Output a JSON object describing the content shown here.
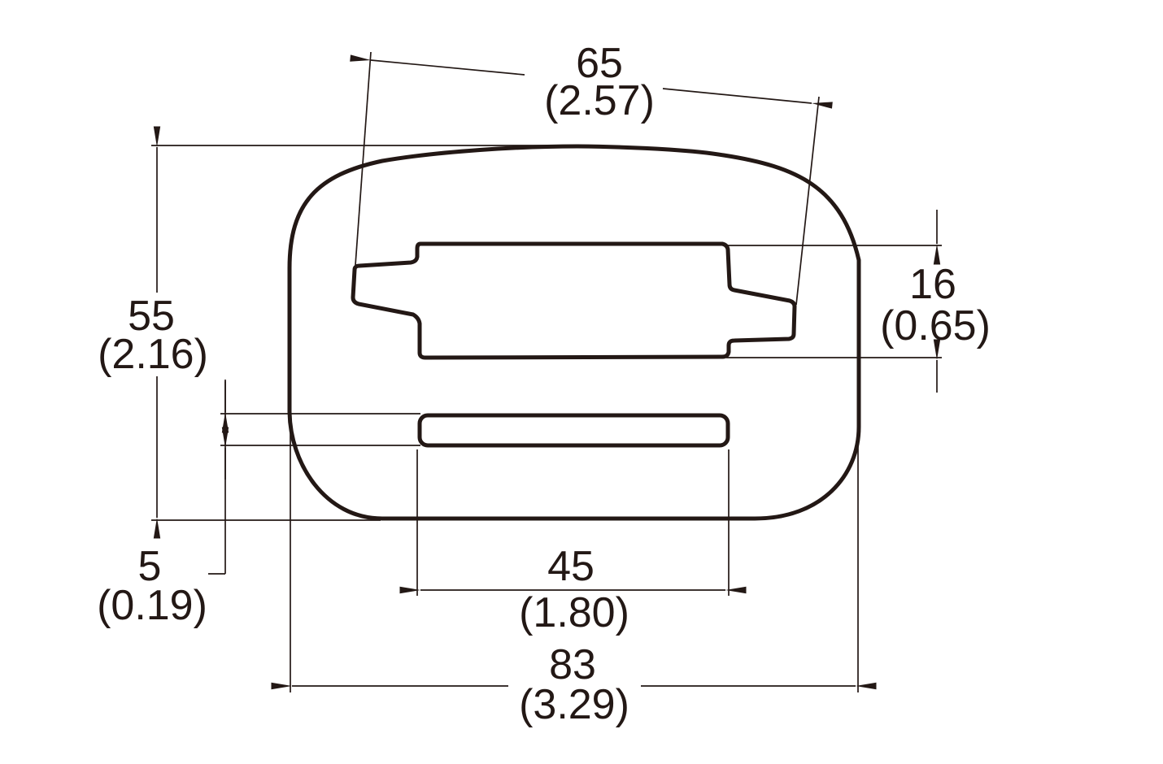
{
  "drawing": {
    "type": "technical-dimension-drawing",
    "part": "webbing-slide-buckle-outline",
    "colors": {
      "line": "#231815",
      "background": "#ffffff"
    },
    "dimensions": {
      "upper_slot_width": {
        "mm": "65",
        "inch": "(2.57)"
      },
      "overall_height": {
        "mm": "55",
        "inch": "(2.16)"
      },
      "upper_slot_height": {
        "mm": "16",
        "inch": "(0.65)"
      },
      "lower_slot_height": {
        "mm": "5",
        "inch": "(0.19)"
      },
      "lower_slot_width": {
        "mm": "45",
        "inch": "(1.80)"
      },
      "overall_width": {
        "mm": "83",
        "inch": "(3.29)"
      }
    }
  }
}
